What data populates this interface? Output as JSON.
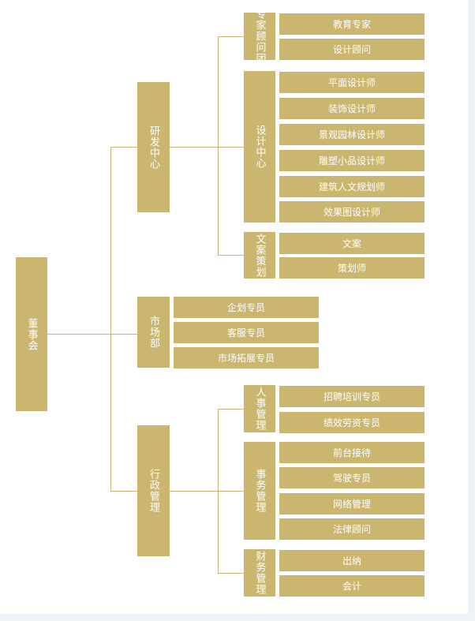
{
  "root": "董事会",
  "departments": [
    {
      "name": "研发中心",
      "groups": [
        {
          "name": "专家顾问团",
          "members": [
            "教育专家",
            "设计顾问"
          ]
        },
        {
          "name": "设计中心",
          "members": [
            "平面设计师",
            "装饰设计师",
            "景观园林设计师",
            "雕塑小品设计师",
            "建筑人文规划师",
            "效果图设计师"
          ]
        },
        {
          "name": "文案策划",
          "members": [
            "文案",
            "策划师"
          ]
        }
      ]
    },
    {
      "name": "市场部",
      "members": [
        "企划专员",
        "客服专员",
        "市场拓展专员"
      ]
    },
    {
      "name": "行政管理",
      "groups": [
        {
          "name": "人事管理",
          "members": [
            "招聘培训专员",
            "绩效劳资专员"
          ]
        },
        {
          "name": "事务管理",
          "members": [
            "前台接待",
            "驾驶专员",
            "网络管理",
            "法律顾问"
          ]
        },
        {
          "name": "财务管理",
          "members": [
            "出纳",
            "会计"
          ]
        }
      ]
    }
  ],
  "colors": {
    "box": "#cbb670",
    "line": "#c9b275",
    "text": "#ffffff",
    "background": "#ffffff",
    "frame": "#eef3f8"
  }
}
